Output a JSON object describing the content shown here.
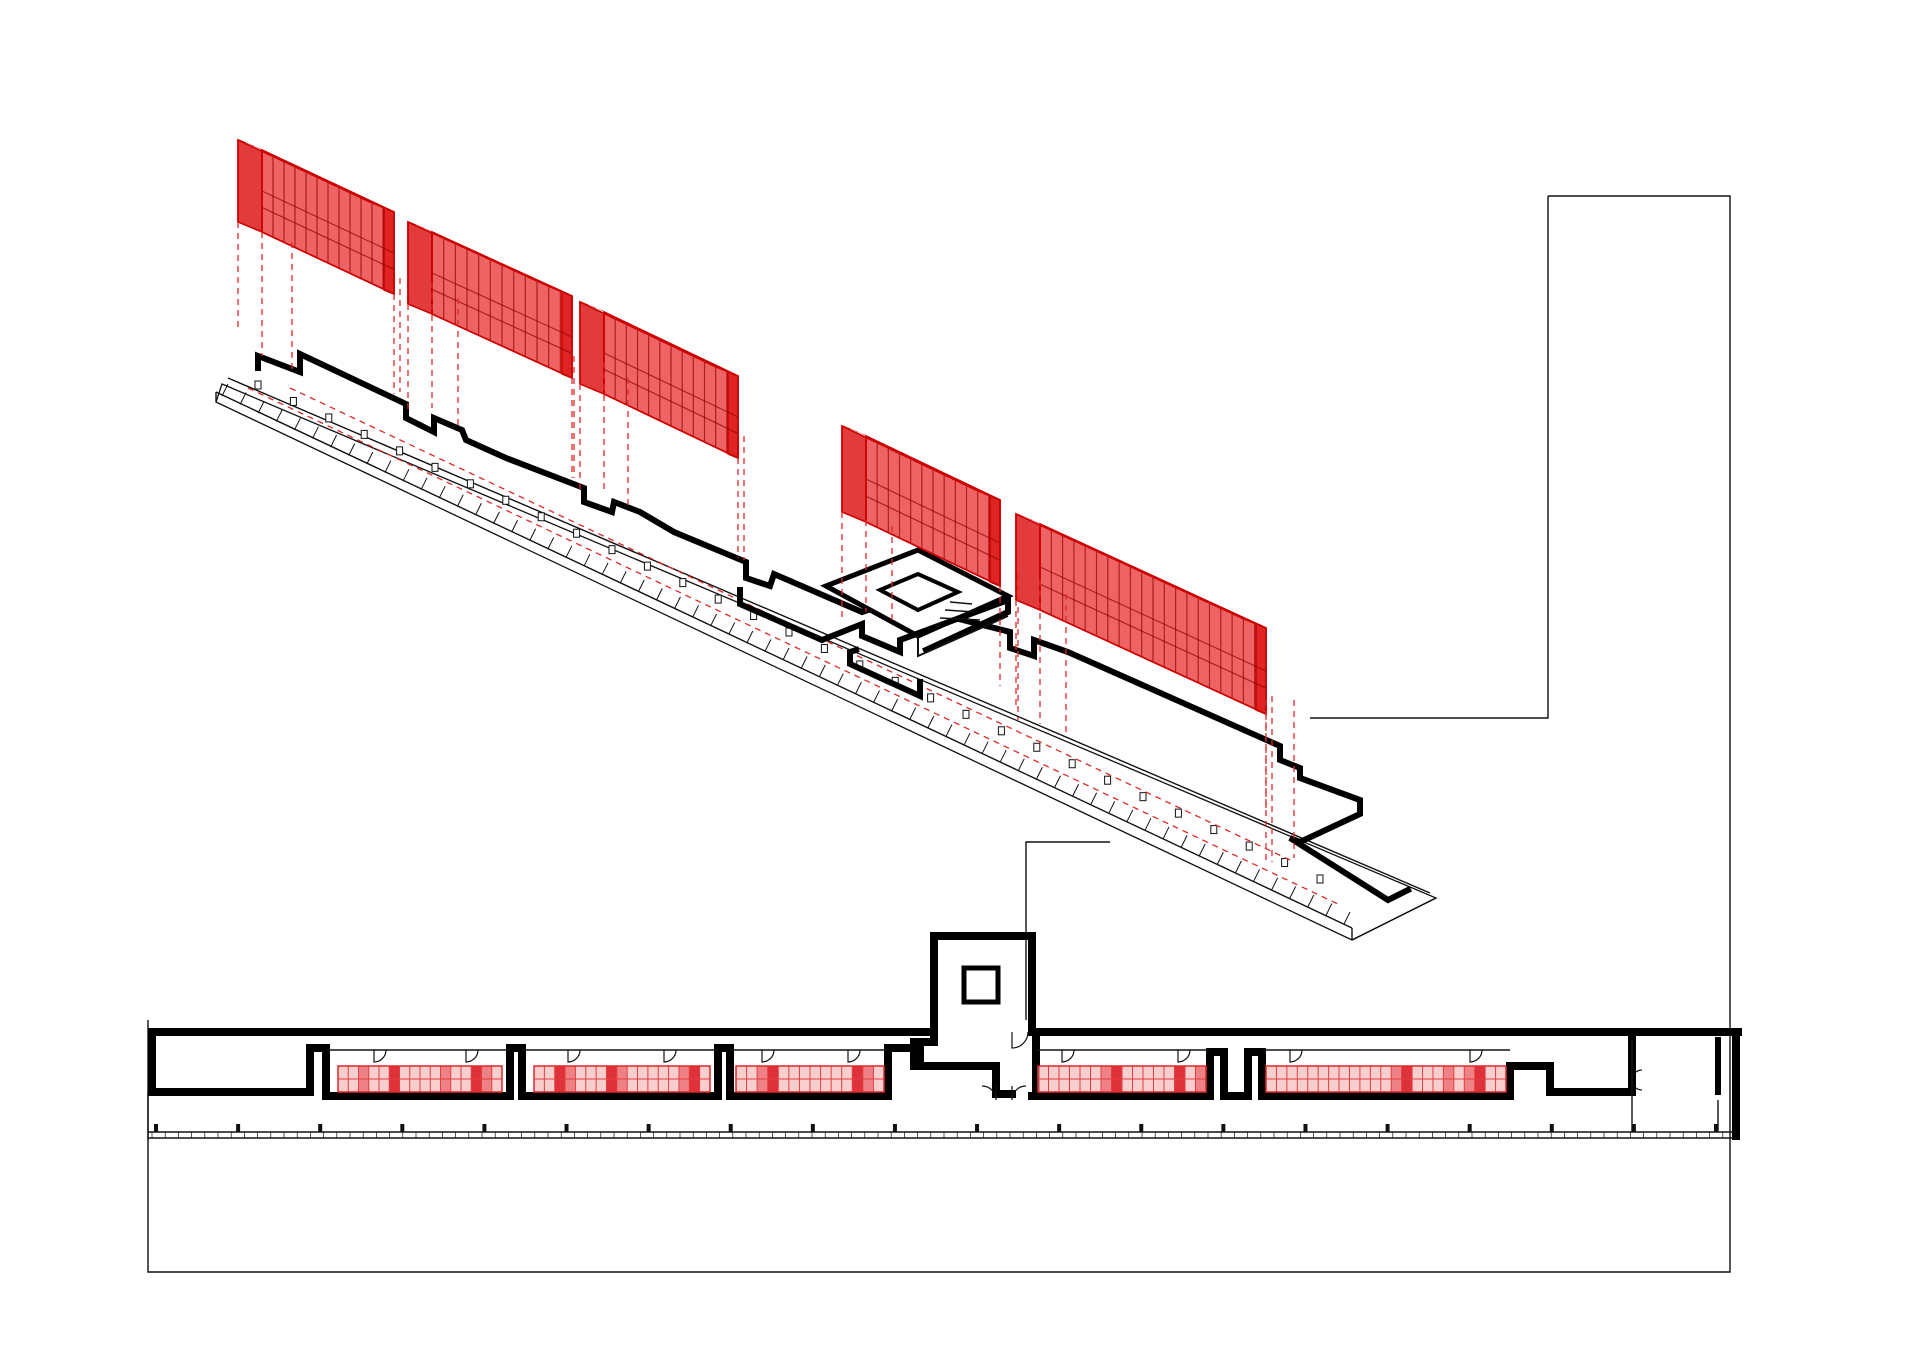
{
  "drawing": {
    "views": [
      "isometric-exploded-view",
      "floor-plan"
    ],
    "accent_color": "#e02828",
    "line_color": "#000000",
    "background": "#ffffff",
    "isometric_modules_count": 5,
    "plan_modules_count": 5,
    "text_labels": []
  }
}
